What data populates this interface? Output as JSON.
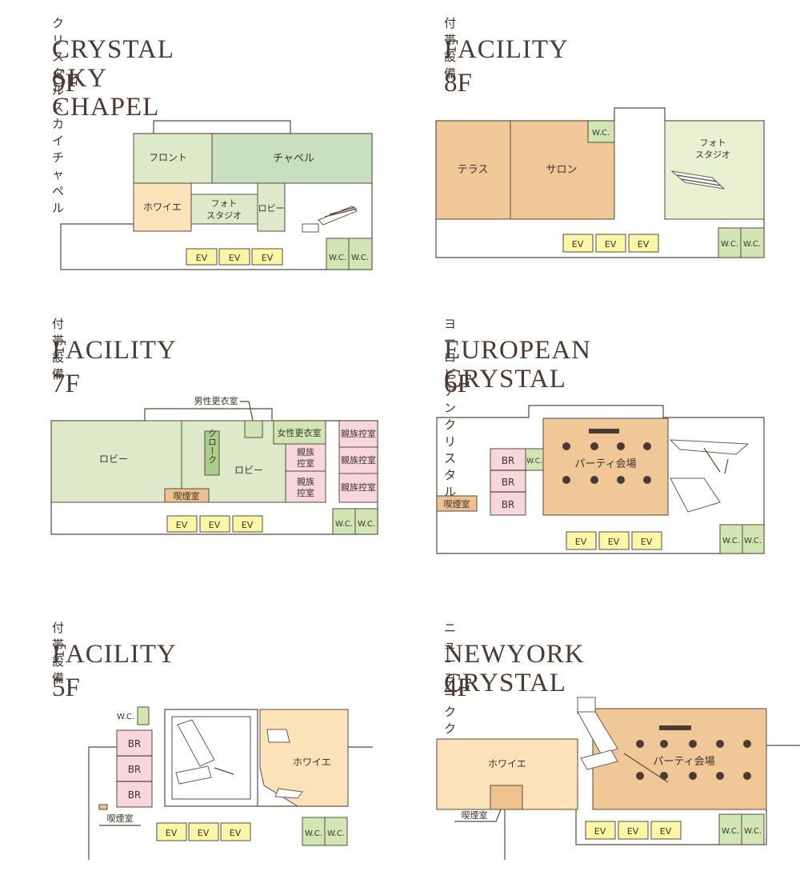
{
  "floors": [
    {
      "jp": "クリスタル スカイ チャペル",
      "en": "CRYSTAL SKY CHAPEL",
      "floor": "9F",
      "rooms": {
        "front": "フロント",
        "chapel": "チャペル",
        "foyer": "ホワイエ",
        "photo1": "フォト",
        "photo2": "スタジオ",
        "lobby": "ロビー",
        "ev": [
          "EV",
          "EV",
          "EV"
        ],
        "wc": [
          "W.C.",
          "W.C."
        ]
      }
    },
    {
      "jp": "付帯設備",
      "en": "FACILITY",
      "floor": "8F",
      "rooms": {
        "terrace": "テラス",
        "salon": "サロン",
        "wc_top": "W.C.",
        "photo1": "フォト",
        "photo2": "スタジオ",
        "ev": [
          "EV",
          "EV",
          "EV"
        ],
        "wc": [
          "W.C.",
          "W.C."
        ]
      }
    },
    {
      "jp": "付帯設備",
      "en": "FACILITY",
      "floor": "7F",
      "rooms": {
        "mens_dressing": "男性更衣室",
        "lobby_left": "ロビー",
        "cloak": "クローク",
        "lobby_center": "ロビー",
        "womens_dressing": "女性更衣室",
        "family_room": [
          "親族",
          "控室"
        ],
        "family_room_right": [
          "親族控室",
          "親族控室",
          "親族控室"
        ],
        "smoking": "喫煙室",
        "ev": [
          "EV",
          "EV",
          "EV"
        ],
        "wc": [
          "W.C.",
          "W.C."
        ]
      }
    },
    {
      "jp": "ヨーロピアンクリスタル",
      "en": "EUROPEAN CRYSTAL",
      "floor": "6F",
      "rooms": {
        "br": [
          "BR",
          "BR",
          "BR"
        ],
        "wc_small": "W.C.",
        "party": "パーティ会場",
        "smoking": "喫煙室",
        "ev": [
          "EV",
          "EV",
          "EV"
        ],
        "wc": [
          "W.C.",
          "W.C."
        ]
      }
    },
    {
      "jp": "付帯設備",
      "en": "FACILITY",
      "floor": "5F",
      "rooms": {
        "wc_small": "W.C.",
        "br": [
          "BR",
          "BR",
          "BR"
        ],
        "smoking": "喫煙室",
        "foyer": "ホワイエ",
        "ev": [
          "EV",
          "EV",
          "EV"
        ],
        "wc": [
          "W.C.",
          "W.C."
        ]
      }
    },
    {
      "jp": "ニューヨーククリスタル",
      "en": "NEWYORK CRYSTAL",
      "floor": "4F",
      "rooms": {
        "foyer": "ホワイエ",
        "party": "パーティ会場",
        "smoking": "喫煙室",
        "ev": [
          "EV",
          "EV",
          "EV"
        ],
        "wc": [
          "W.C.",
          "W.C."
        ]
      }
    }
  ],
  "colors": {
    "green": "#dde9c8",
    "chapel_green": "#c8e0bf",
    "peach": "#fbe2b9",
    "orange": "#f0c796",
    "pink": "#f7d7dc",
    "yellow": "#fbf7a6",
    "wc_green": "#d2e6b3",
    "smoking": "#eec28f",
    "line": "#5a4a40"
  }
}
